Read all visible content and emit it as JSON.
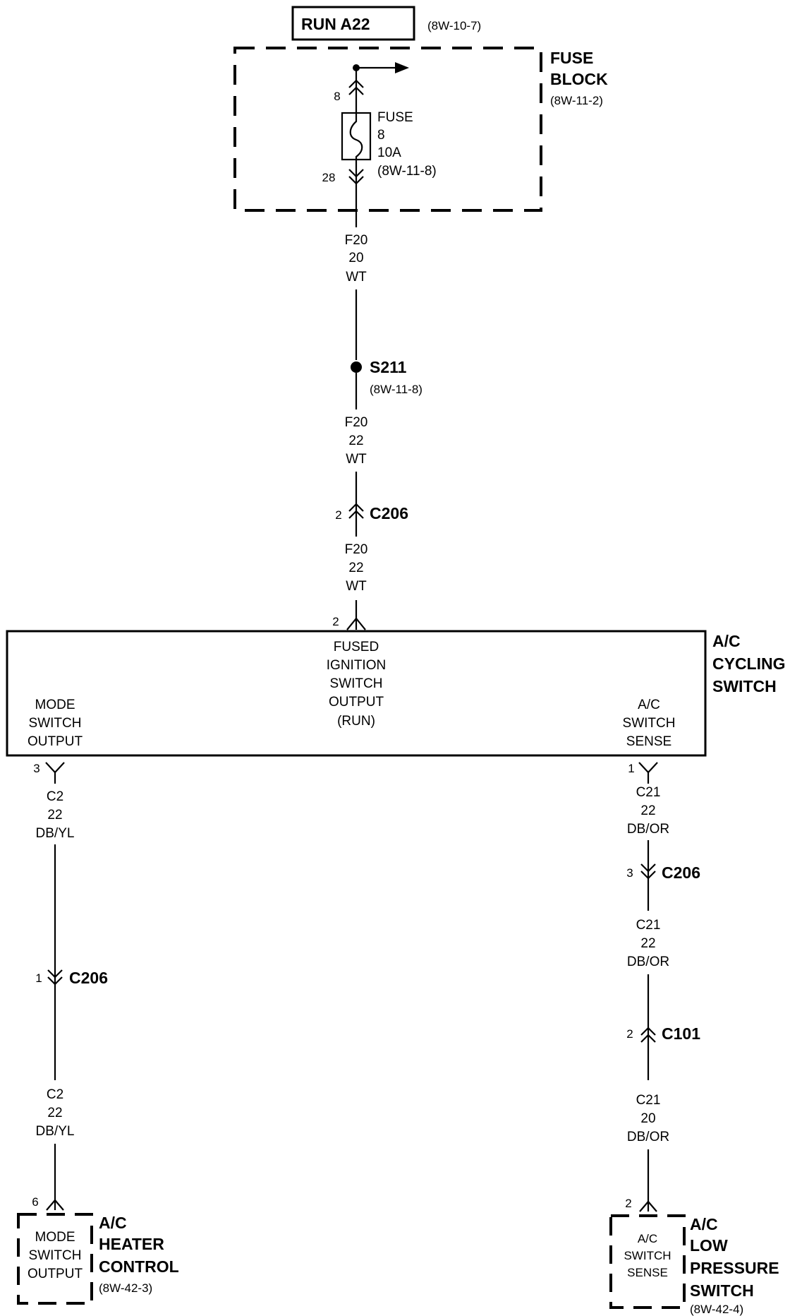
{
  "run_label": "RUN A22",
  "run_ref": "(8W-10-7)",
  "fuse_block": {
    "title_line1": "FUSE",
    "title_line2": "BLOCK",
    "ref": "(8W-11-2)",
    "pin_in": "8",
    "pin_out": "28",
    "fuse_label": "FUSE",
    "fuse_number": "8",
    "fuse_rating": "10A",
    "fuse_ref": "(8W-11-8)"
  },
  "wire_top": {
    "circuit": "F20",
    "gauge": "20",
    "color": "WT"
  },
  "splice": {
    "name": "S211",
    "ref": "(8W-11-8)"
  },
  "wire_mid": {
    "circuit": "F20",
    "gauge": "22",
    "color": "WT"
  },
  "c206_top": {
    "pin": "2",
    "name": "C206"
  },
  "wire_low": {
    "circuit": "F20",
    "gauge": "22",
    "color": "WT"
  },
  "cycling_switch": {
    "title_line1": "A/C",
    "title_line2": "CYCLING",
    "title_line3": "SWITCH",
    "pin_top": "2",
    "input_line1": "FUSED",
    "input_line2": "IGNITION",
    "input_line3": "SWITCH",
    "input_line4": "OUTPUT",
    "input_line5": "(RUN)",
    "left_line1": "MODE",
    "left_line2": "SWITCH",
    "left_line3": "OUTPUT",
    "right_line1": "A/C",
    "right_line2": "SWITCH",
    "right_line3": "SENSE",
    "pin_left": "3",
    "pin_right": "1"
  },
  "left_branch": {
    "wire1": {
      "circuit": "C2",
      "gauge": "22",
      "color": "DB/YL"
    },
    "c206": {
      "pin": "1",
      "name": "C206"
    },
    "wire2": {
      "circuit": "C2",
      "gauge": "22",
      "color": "DB/YL"
    },
    "pin_end": "6",
    "box_line1": "MODE",
    "box_line2": "SWITCH",
    "box_line3": "OUTPUT",
    "title_line1": "A/C",
    "title_line2": "HEATER",
    "title_line3": "CONTROL",
    "ref": "(8W-42-3)"
  },
  "right_branch": {
    "wire1": {
      "circuit": "C21",
      "gauge": "22",
      "color": "DB/OR"
    },
    "c206": {
      "pin": "3",
      "name": "C206"
    },
    "wire2": {
      "circuit": "C21",
      "gauge": "22",
      "color": "DB/OR"
    },
    "c101": {
      "pin": "2",
      "name": "C101"
    },
    "wire3": {
      "circuit": "C21",
      "gauge": "20",
      "color": "DB/OR"
    },
    "pin_end": "2",
    "box_line1": "A/C",
    "box_line2": "SWITCH",
    "box_line3": "SENSE",
    "title_line1": "A/C",
    "title_line2": "LOW",
    "title_line3": "PRESSURE",
    "title_line4": "SWITCH",
    "ref": "(8W-42-4)"
  }
}
